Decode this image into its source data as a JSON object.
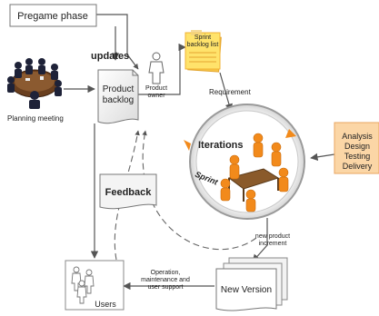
{
  "labels": {
    "pregame_phase": "Pregame phase",
    "updates": "updates",
    "product_backlog": [
      "Product",
      "backlog"
    ],
    "product_owner": [
      "Product",
      "owner"
    ],
    "sprint_backlog_list": [
      "Sprint",
      "backlog list"
    ],
    "requirement": "Requirement",
    "planning_meeting": "Planning meeting",
    "iterations": "Iterations",
    "sprint": "Sprint",
    "activities": [
      "Analysis",
      "Design",
      "Testing",
      "Delivery"
    ],
    "feedback": "Feedback",
    "new_product_increment": [
      "new product",
      "increment"
    ],
    "operation_support": [
      "Operation,",
      "maintenance and",
      "user support"
    ],
    "new_version": "New Version",
    "users": "Users"
  },
  "colors": {
    "activities_box": "#fbd6a6",
    "activities_border": "#e8a560",
    "sticky_note": "#ffe36b",
    "sticky_note_border": "#f2b233",
    "people_orange": "#f28a1b",
    "table_brown": "#8a5a2b",
    "arrow_gray": "#666666"
  }
}
